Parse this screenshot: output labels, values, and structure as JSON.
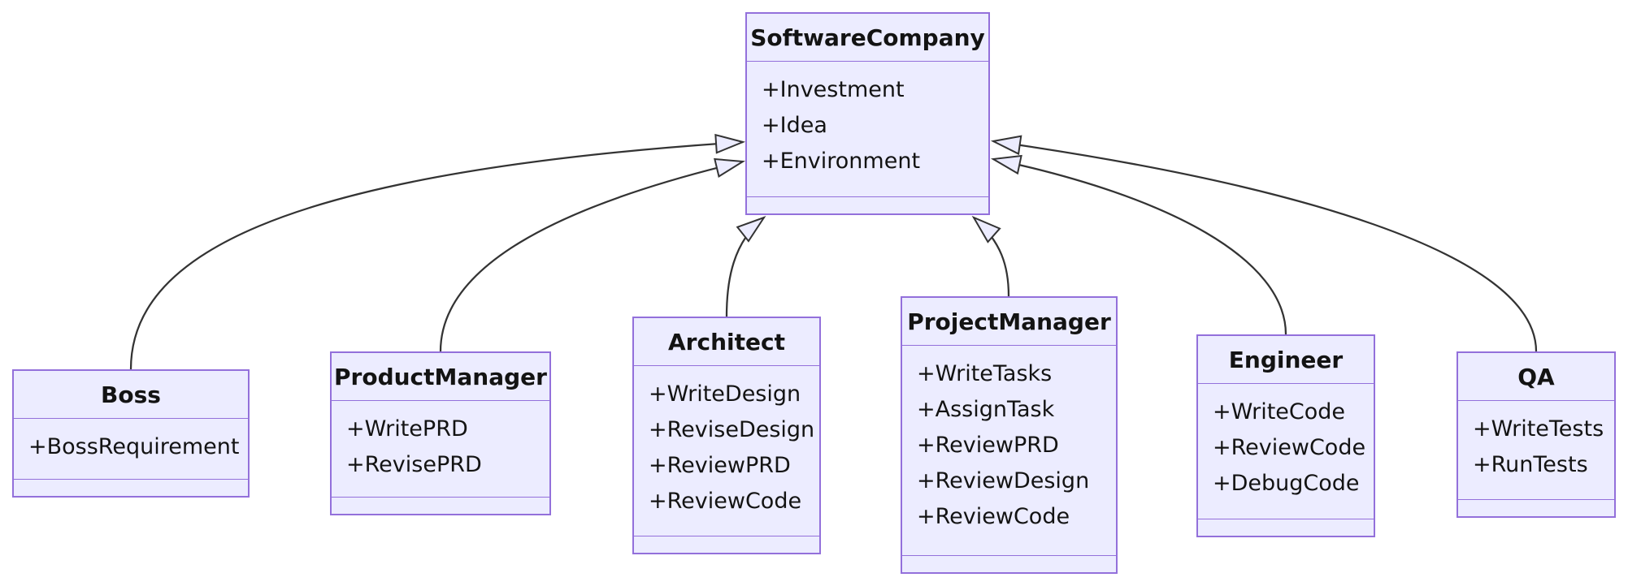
{
  "diagram": {
    "kind": "uml-class-diagram",
    "colors": {
      "class_fill": "#ECECFF",
      "class_border": "#9370DB",
      "edge_line": "#333333",
      "text": "#131313",
      "background": "#ffffff"
    },
    "classes": [
      {
        "name": "SoftwareCompany",
        "attributes": [
          "+Investment",
          "+Idea",
          "+Environment"
        ],
        "methods": []
      },
      {
        "name": "Boss",
        "attributes": [
          "+BossRequirement"
        ],
        "methods": []
      },
      {
        "name": "ProductManager",
        "attributes": [
          "+WritePRD",
          "+RevisePRD"
        ],
        "methods": []
      },
      {
        "name": "Architect",
        "attributes": [
          "+WriteDesign",
          "+ReviseDesign",
          "+ReviewPRD",
          "+ReviewCode"
        ],
        "methods": []
      },
      {
        "name": "ProjectManager",
        "attributes": [
          "+WriteTasks",
          "+AssignTask",
          "+ReviewPRD",
          "+ReviewDesign",
          "+ReviewCode"
        ],
        "methods": []
      },
      {
        "name": "Engineer",
        "attributes": [
          "+WriteCode",
          "+ReviewCode",
          "+DebugCode"
        ],
        "methods": []
      },
      {
        "name": "QA",
        "attributes": [
          "+WriteTests",
          "+RunTests"
        ],
        "methods": []
      }
    ],
    "relations": [
      {
        "child": "Boss",
        "parent": "SoftwareCompany",
        "type": "inheritance"
      },
      {
        "child": "ProductManager",
        "parent": "SoftwareCompany",
        "type": "inheritance"
      },
      {
        "child": "Architect",
        "parent": "SoftwareCompany",
        "type": "inheritance"
      },
      {
        "child": "ProjectManager",
        "parent": "SoftwareCompany",
        "type": "inheritance"
      },
      {
        "child": "Engineer",
        "parent": "SoftwareCompany",
        "type": "inheritance"
      },
      {
        "child": "QA",
        "parent": "SoftwareCompany",
        "type": "inheritance"
      }
    ]
  }
}
